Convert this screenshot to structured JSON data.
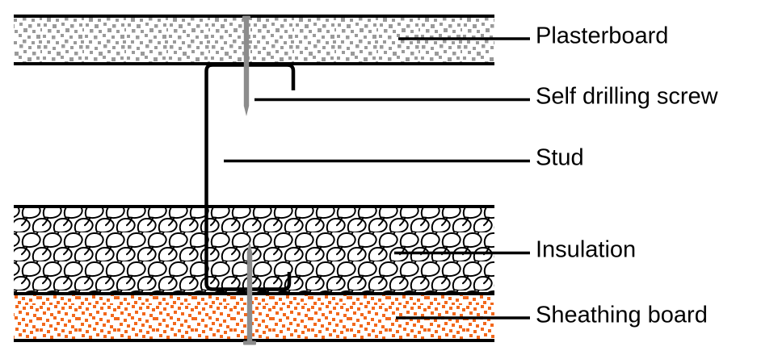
{
  "diagram": {
    "labels": [
      {
        "text": "Plasterboard"
      },
      {
        "text": "Self drilling screw"
      },
      {
        "text": "Stud"
      },
      {
        "text": "Insulation"
      },
      {
        "text": "Sheathing board"
      }
    ],
    "colors": {
      "plasterboard_dots": "#9a9a9a",
      "sheathing_dots": "#f2681c",
      "screw": "#8c8c8c",
      "line": "#000000"
    }
  }
}
